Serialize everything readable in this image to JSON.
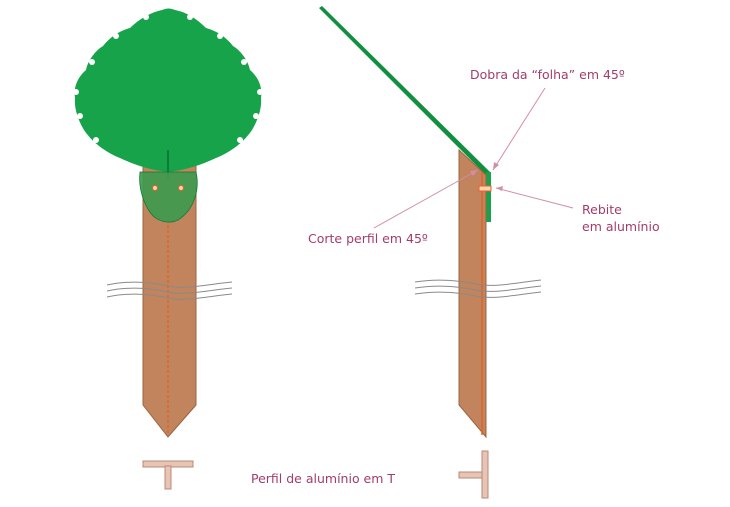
{
  "labels": {
    "fold": "Dobra da  “folha” em 45º",
    "cut": "Corte perfil em 45º",
    "rivet_line1": "Rebite",
    "rivet_line2": "em alumínio",
    "profile": "Perfil de alumínio em T"
  },
  "colors": {
    "leaf": "#16a34a",
    "leaf_dark": "#0e7a3a",
    "leaf_fold": "#10903e",
    "post": "#c1845c",
    "post_edge": "#9a6440",
    "center_line": "#e0642a",
    "label": "#a23d6b",
    "leader": "#d28ea8",
    "wire": "#8a8a8a"
  }
}
